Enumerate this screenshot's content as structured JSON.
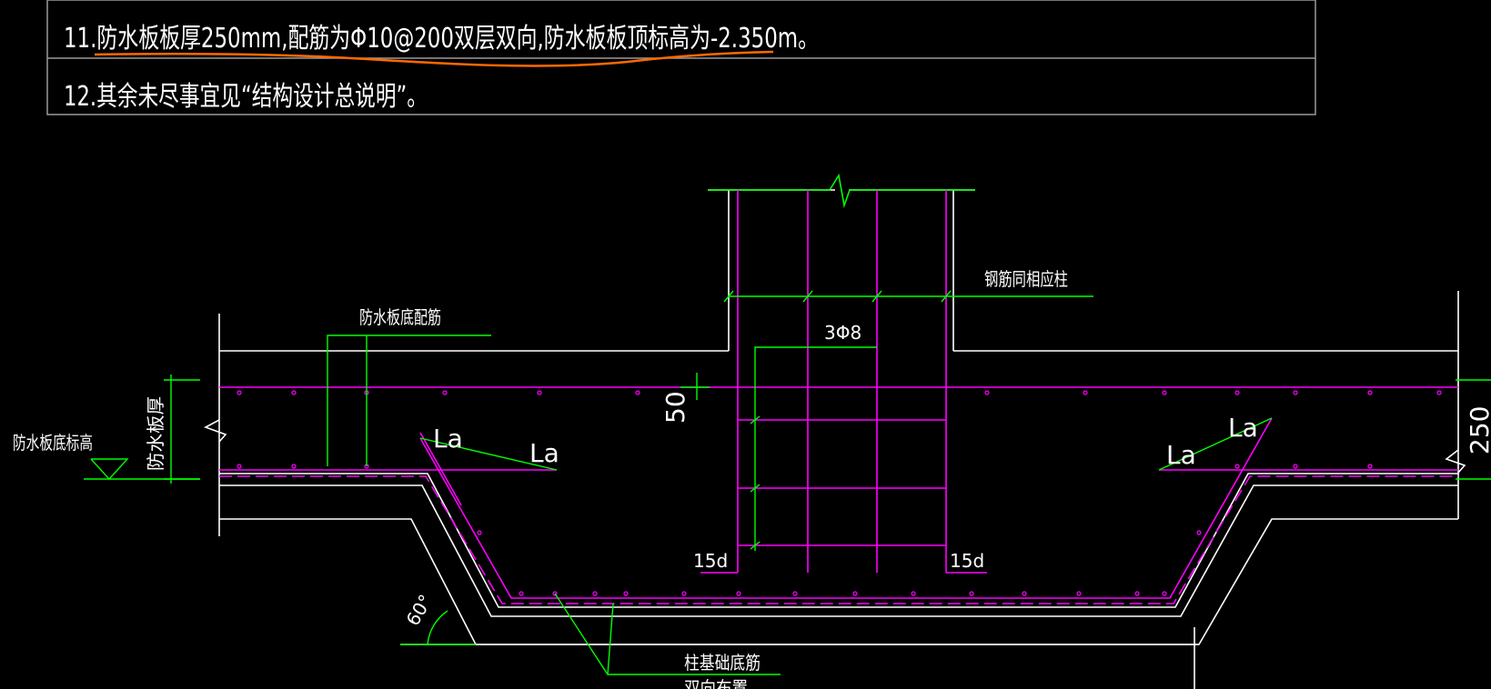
{
  "notes": {
    "line11": "11.防水板板厚250mm,配筋为Φ10@200双层双向,防水板板顶标高为-2.350m。",
    "line12": "12.其余未尽事宜见“结构设计总说明”。"
  },
  "labels": {
    "bottom_rebar": "防水板底配筋",
    "rebar_same_column": "钢筋同相应柱",
    "stirrup": "3Φ8",
    "dim_50": "50",
    "slab_thickness": "防水板厚",
    "slab_bottom_elev": "防水板底标高",
    "la1": "La",
    "la2": "La",
    "la3": "La",
    "la4": "La",
    "d15_left": "15d",
    "d15_right": "15d",
    "angle": "60°",
    "footing_bottom_rebar": "柱基础底筋",
    "dim_250": "250",
    "cut_text": "双向布置"
  },
  "colors": {
    "background": "#000000",
    "outline": "#ffffff",
    "rebar": "#ff00ff",
    "leader": "#00ff00",
    "highlight": "#ff6a00",
    "table_border": "#9a9a9a"
  }
}
